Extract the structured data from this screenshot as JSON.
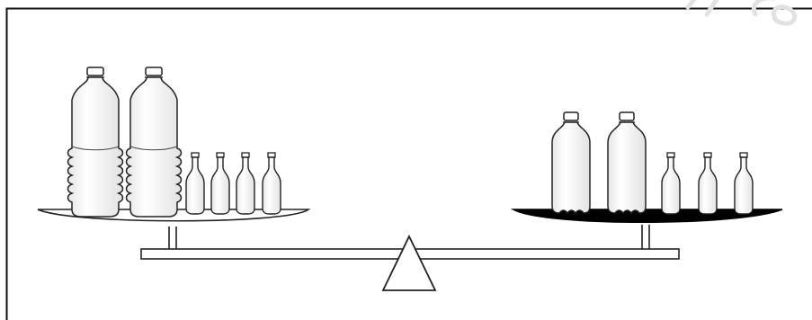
{
  "scene": {
    "left_pan": {
      "large_bottles": 2,
      "small_bottles": 4,
      "pan_fill": "#ffffff"
    },
    "right_pan": {
      "large_bottles": 2,
      "small_bottles": 3,
      "pan_fill": "#000000"
    },
    "watermark_text": "ry.co"
  },
  "colors": {
    "stroke": "#222222",
    "bottle_fill": "#f4f4f4",
    "bottle_highlight": "#ffffff",
    "frame": "#111111"
  }
}
